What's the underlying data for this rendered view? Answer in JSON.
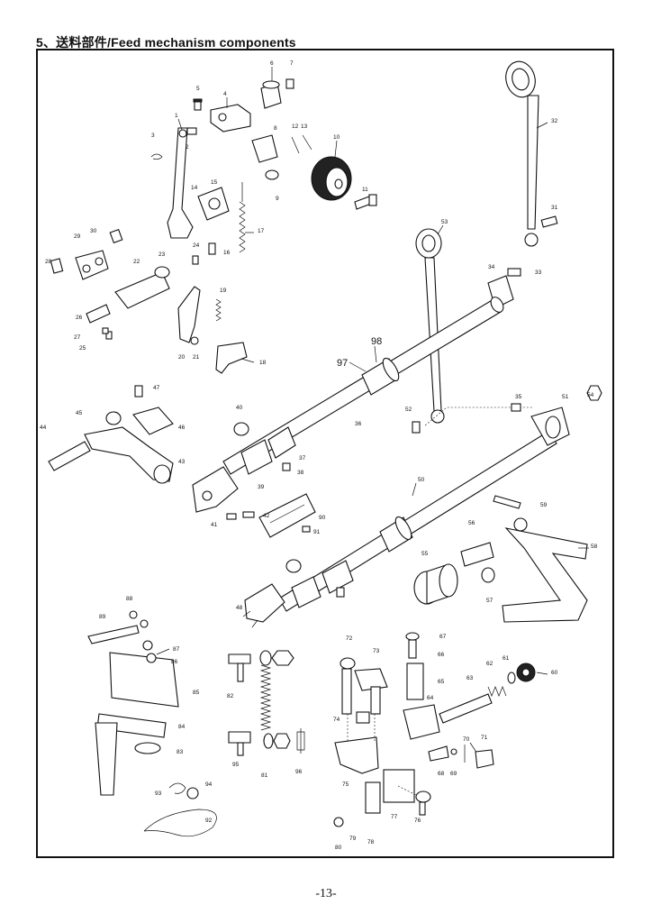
{
  "heading": "5、送料部件/Feed  mechanism  components",
  "page_number": "-13-",
  "callouts": [
    "1",
    "2",
    "3",
    "4",
    "5",
    "6",
    "7",
    "8",
    "9",
    "10",
    "11",
    "12",
    "13",
    "14",
    "15",
    "16",
    "17",
    "18",
    "19",
    "20",
    "21",
    "22",
    "23",
    "24",
    "25",
    "26",
    "27",
    "28",
    "29",
    "30",
    "31",
    "32",
    "33",
    "34",
    "35",
    "36",
    "37",
    "38",
    "39",
    "40",
    "41",
    "42",
    "43",
    "44",
    "45",
    "46",
    "47",
    "48",
    "50",
    "51",
    "52",
    "53",
    "54",
    "55",
    "56",
    "57",
    "58",
    "59",
    "60",
    "61",
    "62",
    "63",
    "64",
    "65",
    "66",
    "67",
    "68",
    "69",
    "70",
    "71",
    "72",
    "73",
    "74",
    "75",
    "76",
    "77",
    "78",
    "79",
    "80",
    "81",
    "82",
    "83",
    "84",
    "85",
    "86",
    "87",
    "88",
    "89",
    "90",
    "91",
    "92",
    "93",
    "94",
    "95",
    "96",
    "97",
    "98"
  ]
}
